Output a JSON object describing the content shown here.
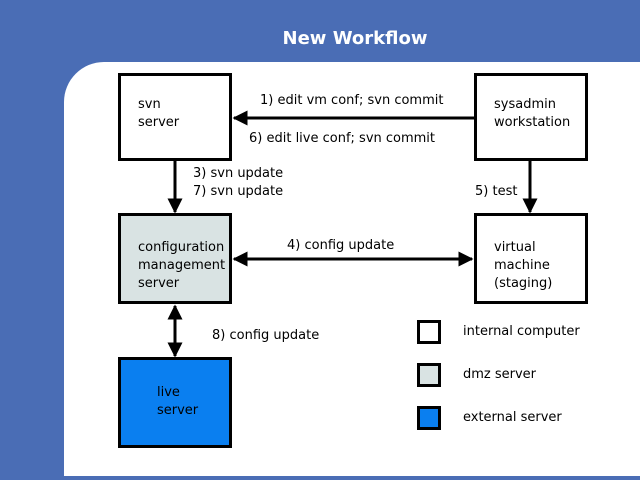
{
  "title": "New Workflow",
  "nodes": {
    "svn_server": {
      "lines": [
        "svn",
        "server"
      ]
    },
    "sysadmin": {
      "lines": [
        "sysadmin",
        "workstation"
      ]
    },
    "config_mgmt": {
      "lines": [
        "configuration",
        "management",
        "server"
      ]
    },
    "vm": {
      "lines": [
        "virtual",
        "machine",
        "(staging)"
      ]
    },
    "live": {
      "lines": [
        "live",
        "server"
      ]
    }
  },
  "edges": {
    "e1": "1) edit vm conf; svn commit",
    "e6": "6) edit live conf; svn commit",
    "e3": "3) svn update",
    "e7": "7) svn update",
    "e5": "5) test",
    "e4": "4) config update",
    "e8": "8) config update"
  },
  "legend": [
    {
      "label": "internal computer",
      "color": "#ffffff"
    },
    {
      "label": "dmz server",
      "color": "#d9e3e3"
    },
    {
      "label": "external server",
      "color": "#0a7ff0"
    }
  ],
  "colors": {
    "background": "#4a6db5",
    "internal": "#ffffff",
    "dmz": "#d9e3e3",
    "external": "#0a7ff0"
  }
}
